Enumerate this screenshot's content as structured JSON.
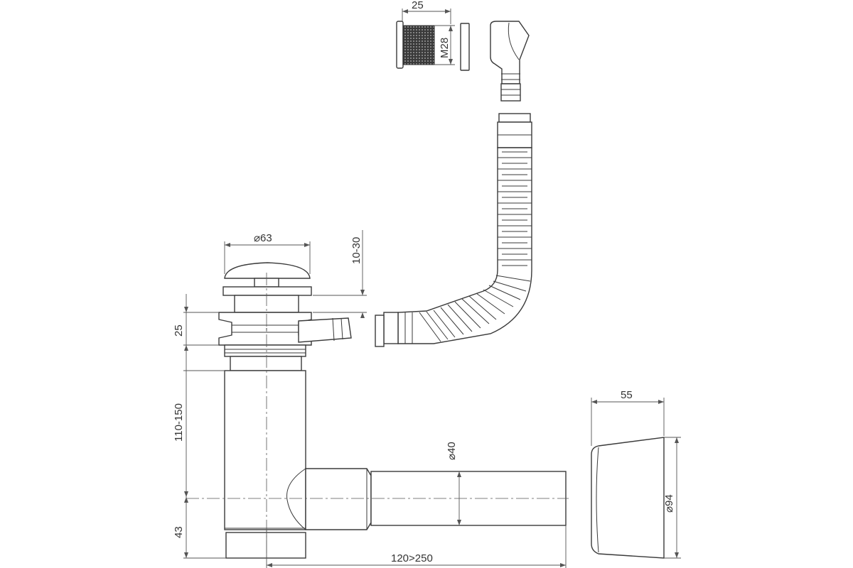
{
  "dimensions": {
    "nut_width": "25",
    "thread": "M28",
    "cap_diameter": "⌀63",
    "cap_height": "10-30",
    "body_ring": "25",
    "column_height": "110-150",
    "outlet_height": "43",
    "pipe_diameter": "⌀40",
    "pipe_length": "120>250",
    "rosette_depth": "55",
    "rosette_diameter": "⌀94"
  }
}
